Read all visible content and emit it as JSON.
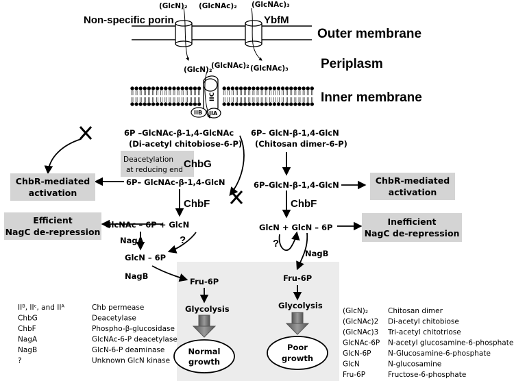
{
  "labels": {
    "glcn2": "(GlcN)₂",
    "glcnac2": "(GlcNAc)₂",
    "glcnac3": "(GlcNAc)₃",
    "porin": "Non-specific porin",
    "ybfm": "YbfM",
    "outer_membrane": "Outer membrane",
    "periplasm": "Periplasm",
    "inner_membrane": "Inner membrane",
    "iic": "IIC",
    "iib": "IIB",
    "iia": "IIA"
  },
  "left": {
    "formula1": "6P –GlcNAc-β-1,4-GlcNAc",
    "name1": "(Di-acetyl chitobiose-6-P)",
    "deacetylation_line1": "Deacetylation",
    "deacetylation_line2": "at reducing end",
    "enzyme1": "ChbG",
    "formula2": "6P– GlcNAc-β-1,4-GlcN",
    "enzyme2": "ChbF",
    "products": "GlcNAc – 6P  +  GlcN",
    "enzyme3": "NagA",
    "unknown": "?",
    "glcn6p": "GlcN – 6P",
    "enzyme4": "NagB",
    "fru6p": "Fru-6P",
    "glycolysis": "Glycolysis"
  },
  "right": {
    "formula1": "6P– GlcN-β-1,4-GlcN",
    "name1": "(Chitosan dimer-6-P)",
    "formula2": "6P–GlcN-β-1,4-GlcN",
    "enzyme2": "ChbF",
    "products": "GlcN + GlcN – 6P",
    "unknown": "?",
    "enzyme3": "NagB",
    "fru6p": "Fru-6P",
    "glycolysis": "Glycolysis"
  },
  "outcomes": {
    "normal_line1": "Normal",
    "normal_line2": "growth",
    "poor_line1": "Poor",
    "poor_line2": "growth"
  },
  "boxes": {
    "chbr_line1": "ChbR-mediated",
    "chbr_line2": "activation",
    "efficient_line1": "Efficient",
    "efficient_line2": "NagC de-repression",
    "inefficient_line1": "Inefficient",
    "inefficient_line2": "NagC de-repression"
  },
  "enzyme_legend": [
    {
      "abbr": "IIᴮ, IIᶜ, and IIᴬ",
      "desc": "Chb permease"
    },
    {
      "abbr": "ChbG",
      "desc": "Deacetylase"
    },
    {
      "abbr": "ChbF",
      "desc": "Phospho-β-glucosidase"
    },
    {
      "abbr": "NagA",
      "desc": "GlcNAc-6-P deacetylase"
    },
    {
      "abbr": "NagB",
      "desc": "GlcN-6-P deaminase"
    },
    {
      "abbr": "?",
      "desc": "Unknown GlcN kinase"
    }
  ],
  "compound_legend": [
    {
      "abbr": "(GlcN)₂",
      "desc": "Chitosan dimer"
    },
    {
      "abbr": "(GlcNAc)2",
      "desc": "Di-acetyl chitobiose"
    },
    {
      "abbr": "(GlcNAc)3",
      "desc": "Tri-acetyl chitotriose"
    },
    {
      "abbr": "GlcNAc-6P",
      "desc": "N-acetyl glucosamine-6-phosphate"
    },
    {
      "abbr": "GlcN-6P",
      "desc": "N-Glucosamine-6-phosphate"
    },
    {
      "abbr": "GlcN",
      "desc": "N-glucosamine"
    },
    {
      "abbr": "Fru-6P",
      "desc": "Fructose-6-phosphate"
    }
  ]
}
